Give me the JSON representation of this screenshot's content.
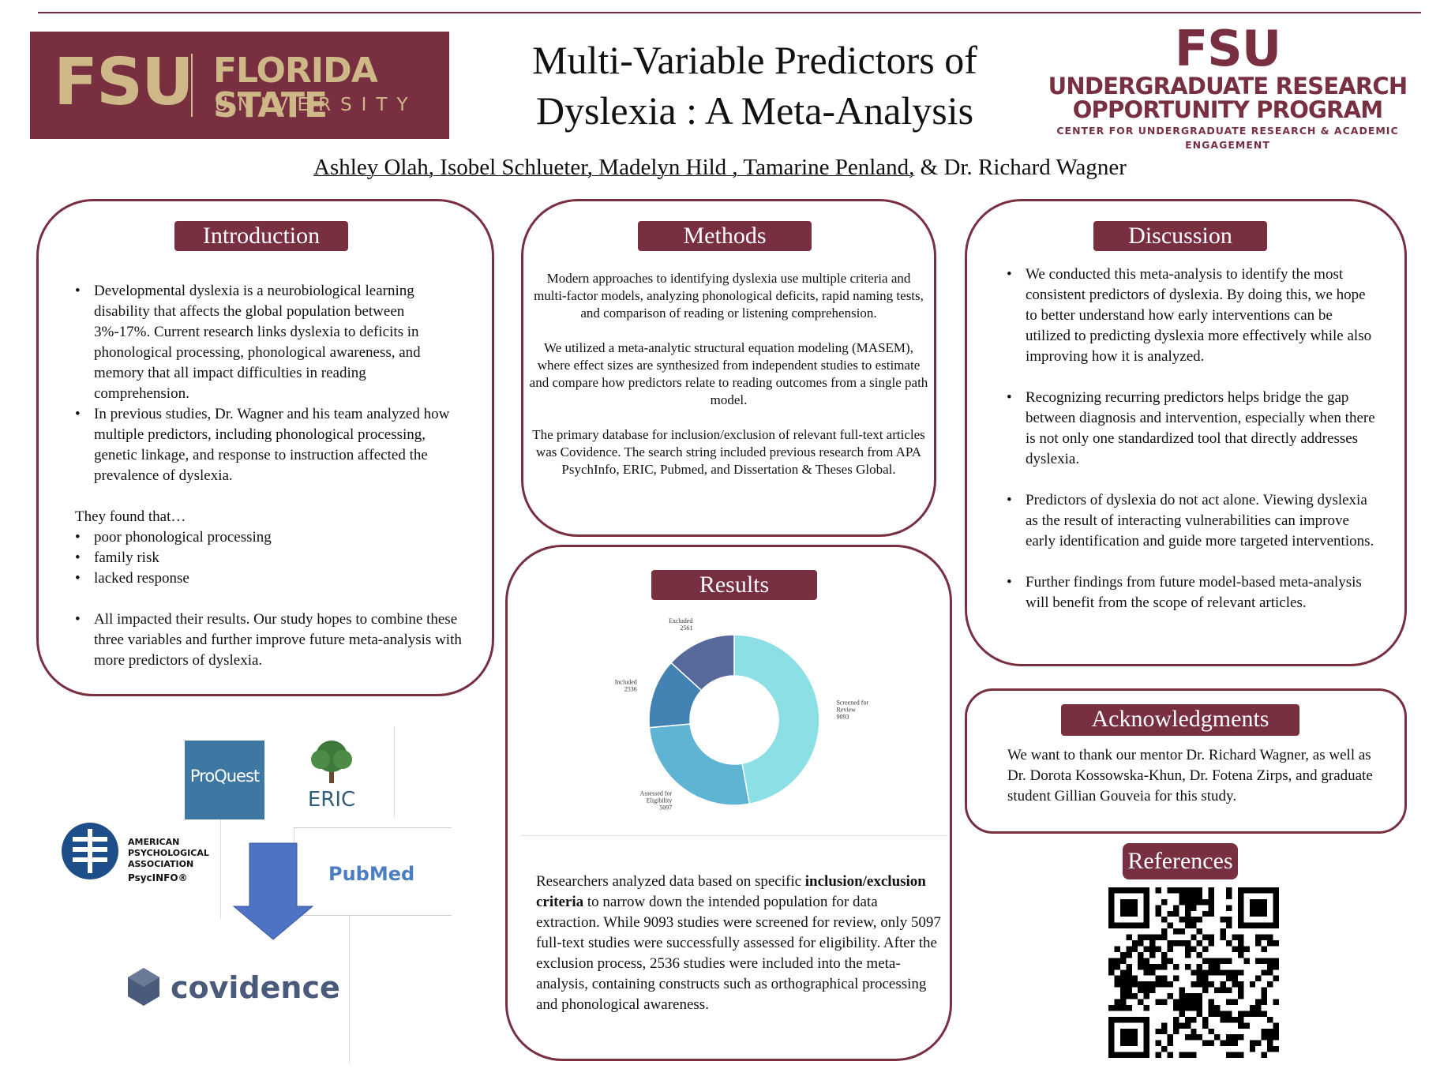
{
  "header": {
    "fsu_wordmark": "FSU",
    "fsu_name": "FLORIDA STATE",
    "fsu_university": "UNIVERSITY",
    "title_line1": "Multi-Variable Predictors of",
    "title_line2": "Dyslexia : A Meta-Analysis",
    "urop_wordmark": "FSU",
    "urop_line1": "UNDERGRADUATE RESEARCH",
    "urop_line2": "OPPORTUNITY PROGRAM",
    "urop_line3": "CENTER FOR UNDERGRADUATE RESEARCH & ACADEMIC ENGAGEMENT",
    "authors_underlined": "Ashley Olah, Isobel Schlueter, Madelyn Hild , Tamarine Penland,",
    "authors_rest": " & Dr. Richard Wagner"
  },
  "introduction": {
    "heading": "Introduction",
    "bullet1": "Developmental dyslexia is a neurobiological learning disability that affects the global population between 3%-17%.  Current research links dyslexia to deficits in phonological processing, phonological awareness, and memory that all impact difficulties in reading comprehension.",
    "bullet2": "In previous studies, Dr. Wagner and his team analyzed how multiple predictors, including phonological processing, genetic linkage, and response to instruction affected the prevalence of dyslexia.",
    "found_intro": "They found that…",
    "found_items": [
      "poor phonological processing",
      " family risk",
      " lacked response"
    ],
    "bullet3": "All impacted their results. Our study hopes to combine these three variables and further improve future meta-analysis with more predictors of dyslexia."
  },
  "methods": {
    "heading": "Methods",
    "para1": "Modern approaches to identifying dyslexia use multiple criteria and multi-factor models, analyzing phonological deficits, rapid naming tests, and comparison of  reading or listening comprehension.",
    "para2": "We utilized a meta-analytic structural equation modeling (MASEM), where effect sizes are synthesized from independent studies to estimate and compare how predictors relate to reading outcomes from a single path model.",
    "para3": "The primary database for inclusion/exclusion of  relevant full-text articles was Covidence. The search string included previous research from APA PsychInfo, ERIC, Pubmed, and Dissertation & Theses Global."
  },
  "results": {
    "heading": "Results",
    "text_before": "Researchers analyzed data based on specific ",
    "text_bold": "inclusion/exclusion criteria",
    "text_after": " to narrow down the intended population for data extraction. While 9093 studies were screened for review, only 5097 full-text studies were successfully assessed for eligibility. After the exclusion process, 2536 studies were included into the meta-analysis, containing constructs such as orthographical processing and phonological awareness."
  },
  "chart_data": {
    "type": "pie",
    "donut": true,
    "categories": [
      "Screened for Review",
      "Assessed for Eligibility",
      "Included",
      "Excluded"
    ],
    "values": [
      9093,
      5097,
      2536,
      2561
    ],
    "colors": [
      "#8ddfe6",
      "#5fb4d4",
      "#4383b3",
      "#586a9c"
    ],
    "title": "",
    "legend": "none"
  },
  "discussion": {
    "heading": "Discussion",
    "bullet1": "We conducted this meta-analysis to identify the most consistent predictors of dyslexia. By doing this, we hope to better understand how early interventions can be utilized to predicting dyslexia more effectively while also improving how it is analyzed.",
    "bullet2": "Recognizing recurring predictors helps bridge the gap between diagnosis and intervention, especially when there is not only one standardized tool that directly addresses dyslexia.",
    "bullet3": "Predictors of dyslexia do not act alone. Viewing dyslexia as the result of interacting vulnerabilities can improve early identification and guide more targeted interventions.",
    "bullet4": "Further findings from future model-based meta-analysis will benefit from the scope of relevant articles."
  },
  "acknowledgments": {
    "heading": "Acknowledgments",
    "text": "We want to thank our mentor Dr. Richard Wagner, as well as Dr. Dorota Kossowska-Khun, Dr. Fotena Zirps, and graduate student Gillian Gouveia for this study."
  },
  "references": {
    "heading": "References"
  },
  "logos": {
    "proquest": "ProQuest",
    "eric": "ERIC",
    "apa_line1": "AMERICAN",
    "apa_line2": "PSYCHOLOGICAL",
    "apa_line3": "ASSOCIATION",
    "apa_product": "PsycINFO®",
    "pubmed": "PubMed",
    "covidence": "covidence"
  },
  "colors": {
    "garnet": "#782f40",
    "gold": "#ceb888",
    "arrow": "#4f73c4"
  }
}
